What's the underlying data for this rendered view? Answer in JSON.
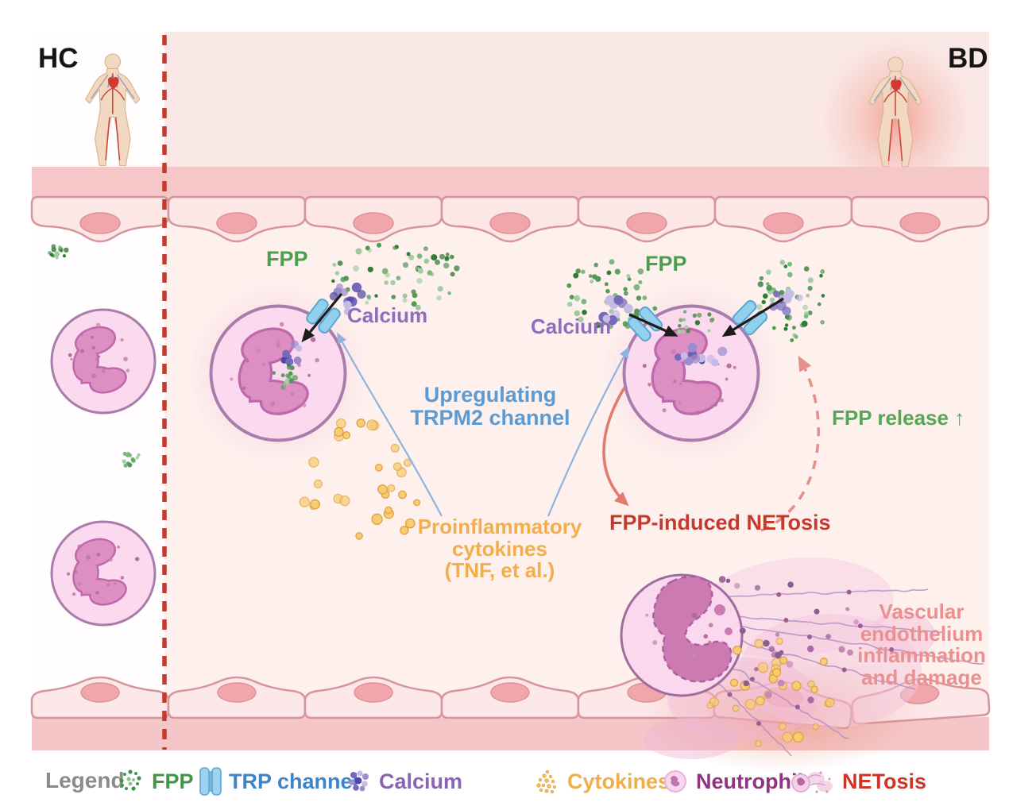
{
  "figure": {
    "panel_left_label": "HC",
    "panel_right_label": "BD",
    "annotations": {
      "fpp_left": "FPP",
      "calcium_left": "Calcium",
      "fpp_right": "FPP",
      "calcium_right": "Calcium",
      "trpm2": [
        "Upregulating",
        "TRPM2 channel"
      ],
      "cytokines": [
        "Proinflammatory",
        "cytokines",
        "(TNF, et al.)"
      ],
      "netosis": "FPP-induced NETosis",
      "fpp_release": "FPP release ↑",
      "vascular": [
        "Vascular",
        "endothelium",
        "inflammation",
        "and damage"
      ]
    },
    "legend": {
      "title": "Legend",
      "items": [
        {
          "label": "FPP",
          "color": "#3f9644",
          "icon": "fpp-dots-icon"
        },
        {
          "label": "TRP channel",
          "color": "#3e84c8",
          "icon": "trp-channel-icon"
        },
        {
          "label": "Calcium",
          "color": "#8a63b5",
          "icon": "calcium-dots-icon"
        },
        {
          "label": "Cytokines",
          "color": "#f0ad4a",
          "icon": "cytokine-dots-icon"
        },
        {
          "label": "Neutrophil",
          "color": "#8e3480",
          "icon": "neutrophil-cell-icon"
        },
        {
          "label": "NETosis",
          "color": "#cd3527",
          "icon": "netosis-burst-icon"
        }
      ]
    },
    "colors": {
      "divider_red": "#c6392b",
      "fpp_green_text": "#4aa04e",
      "calcium_purple_text": "#8e6cc0",
      "trpm2_blue_text": "#5b9ad2",
      "cytokines_orange_text": "#f2ae4b",
      "netosis_red_text": "#c53a2d",
      "fpp_release_green_text": "#57a557",
      "vascular_salmon_text": "#ea9090",
      "vessel_wall_pink": "#f6c7c9",
      "neutrophil_pink": "#fad9ee",
      "channel_blue": "#92d0ee"
    }
  }
}
